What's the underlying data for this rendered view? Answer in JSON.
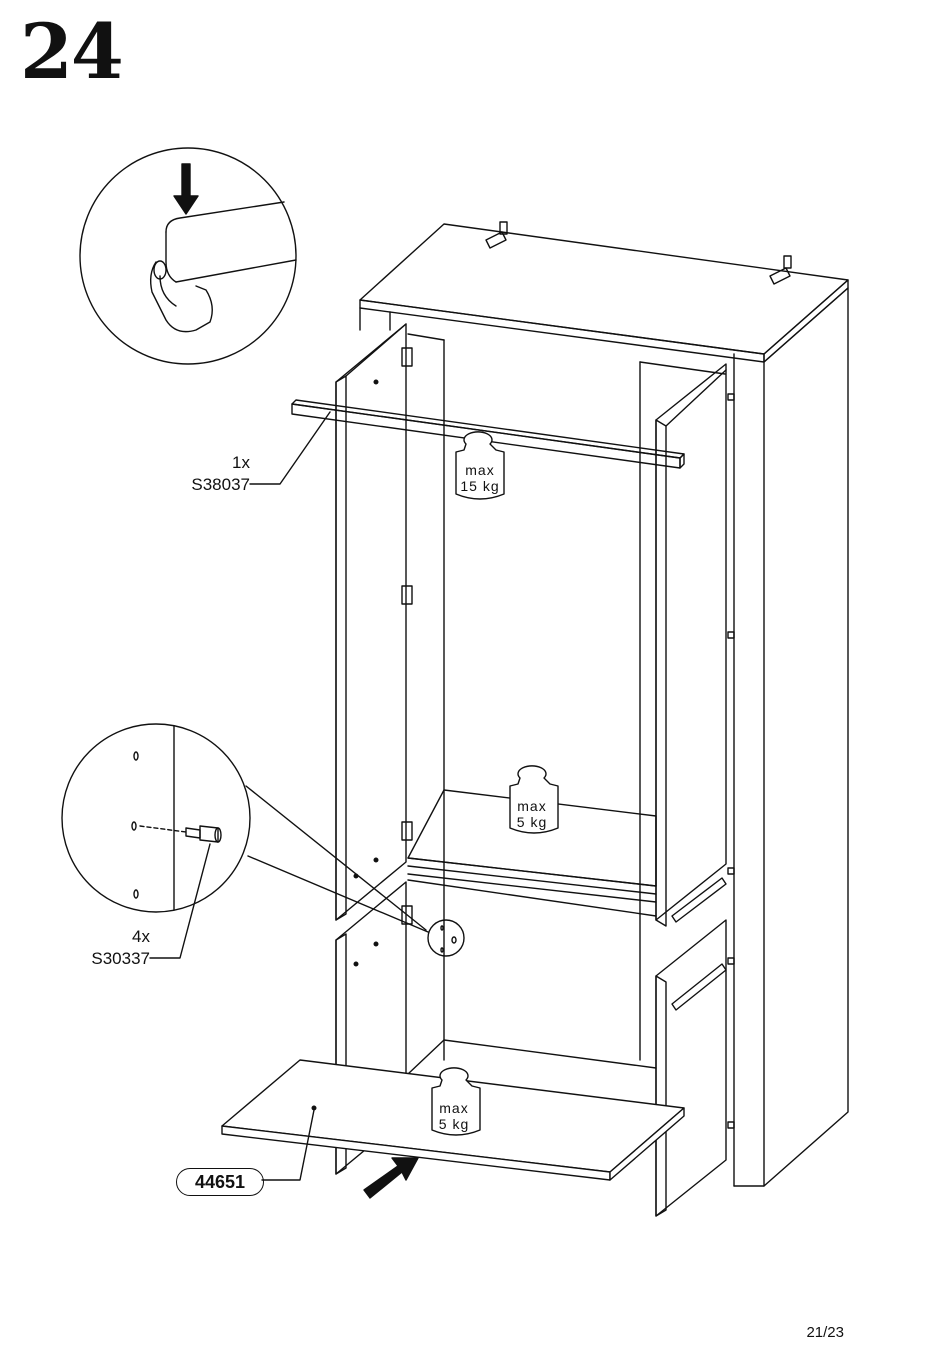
{
  "step_number": "24",
  "page_number": "21/23",
  "callouts": {
    "rail": {
      "qty": "1x",
      "code": "S38037"
    },
    "pins": {
      "qty": "4x",
      "code": "S30337"
    },
    "shelf_part": "44651"
  },
  "weight_limits": [
    {
      "line1": "max",
      "line2": "15 kg"
    },
    {
      "line1": "max",
      "line2": "5 kg"
    },
    {
      "line1": "max",
      "line2": "5 kg"
    }
  ]
}
